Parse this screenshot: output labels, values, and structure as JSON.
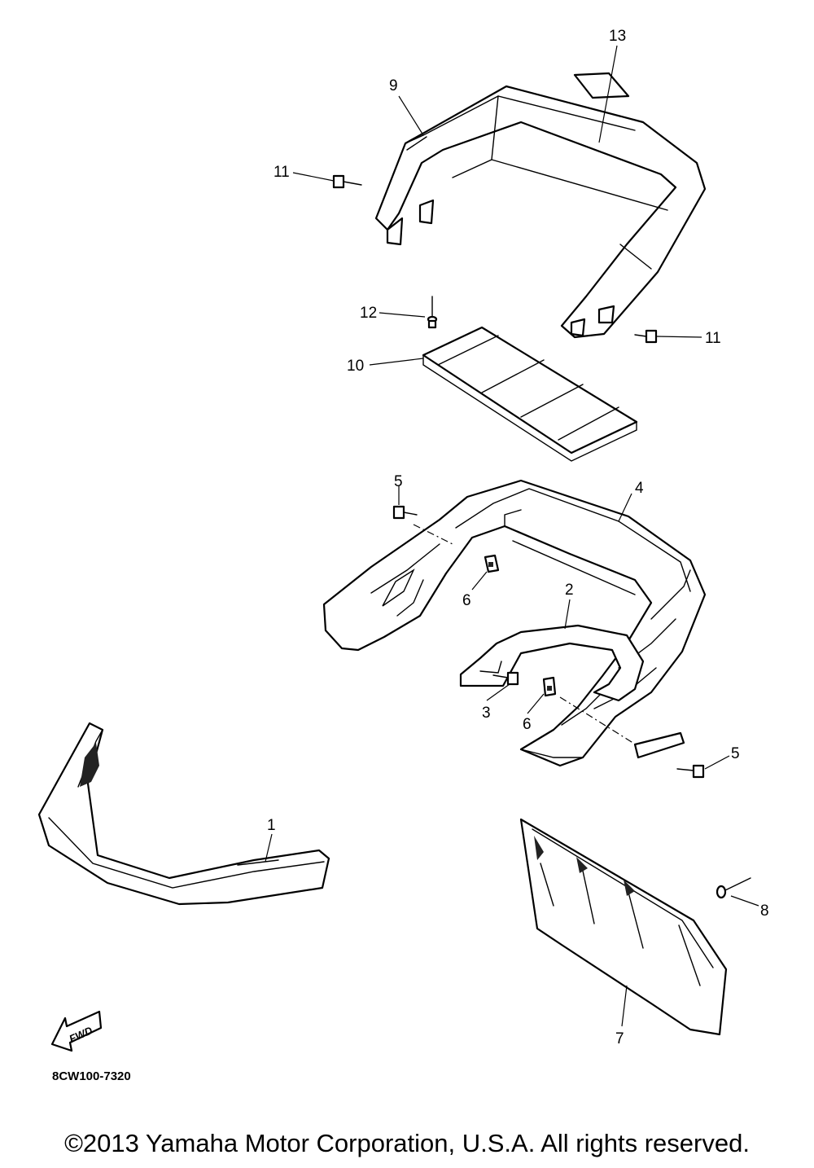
{
  "diagram": {
    "callouts": [
      "1",
      "2",
      "3",
      "4",
      "5",
      "5",
      "6",
      "6",
      "7",
      "8",
      "9",
      "10",
      "11",
      "11",
      "12",
      "13"
    ],
    "direction_label": "FWD",
    "code": "8CW100-7320"
  },
  "footer": {
    "copyright": "©2013 Yamaha Motor Corporation, U.S.A. All rights reserved."
  }
}
